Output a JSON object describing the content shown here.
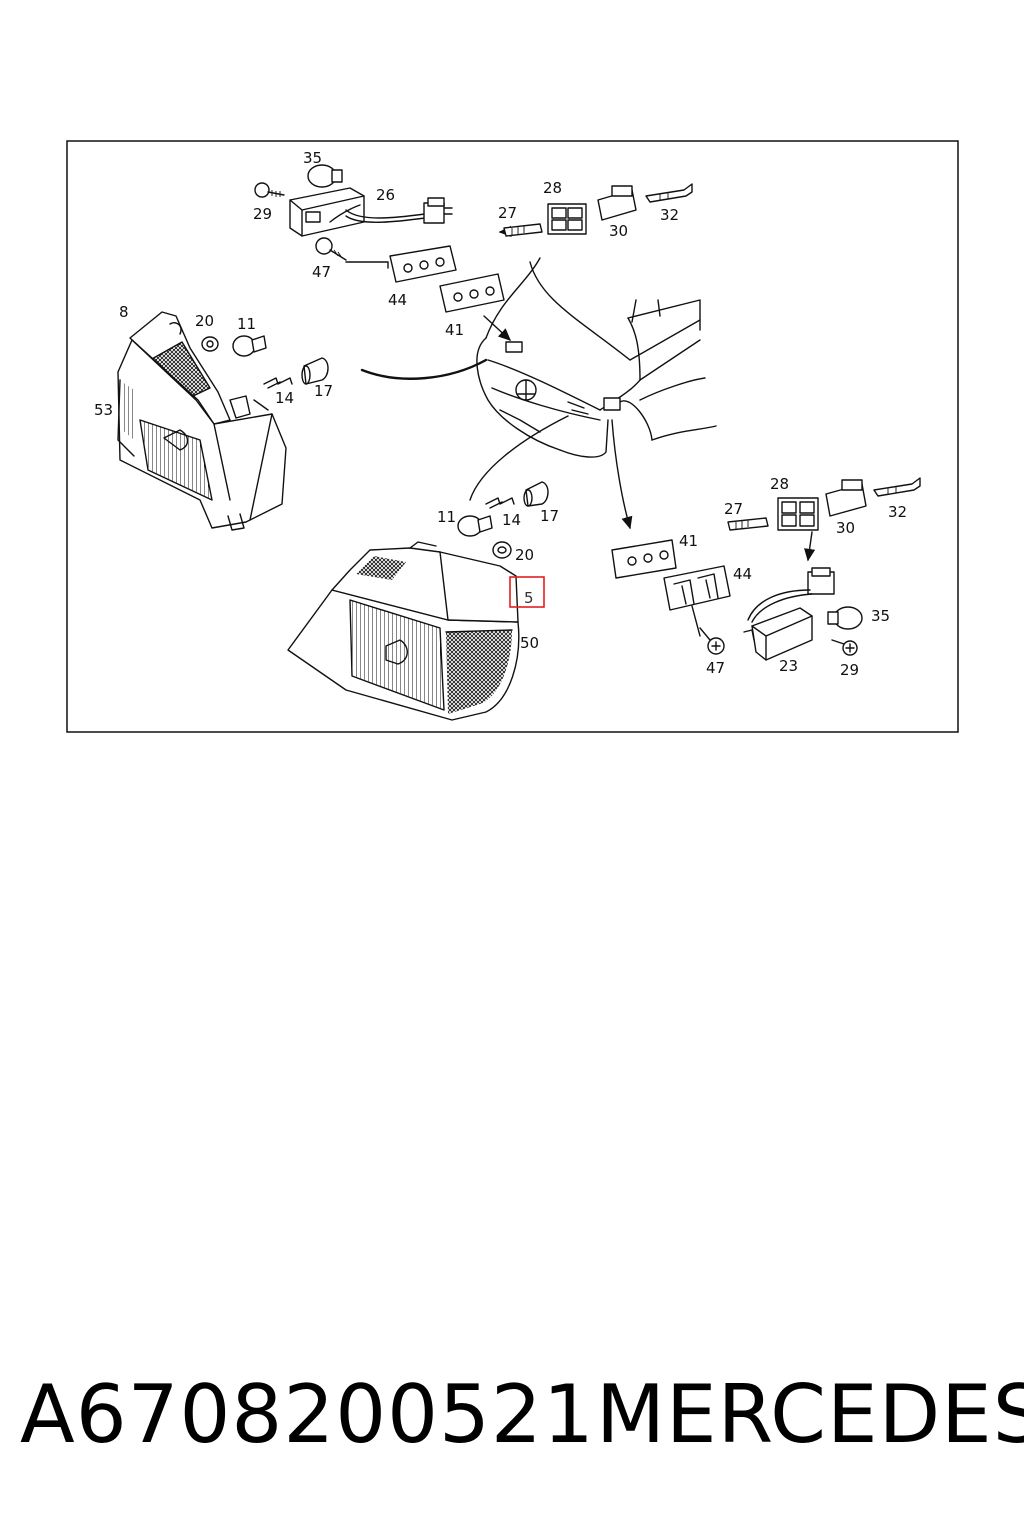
{
  "diagram": {
    "labels": {
      "p35a": "35",
      "p26": "26",
      "p28a": "28",
      "p29a": "29",
      "p27a": "27",
      "p30a": "30",
      "p32a": "32",
      "p47a": "47",
      "p44a": "44",
      "p41a": "41",
      "p8": "8",
      "p20a": "20",
      "p11a": "11",
      "p53": "53",
      "p14a": "14",
      "p17a": "17",
      "p11b": "11",
      "p14b": "14",
      "p17b": "17",
      "p20b": "20",
      "p5": "5",
      "p50": "50",
      "p28b": "28",
      "p27b": "27",
      "p30b": "30",
      "p32b": "32",
      "p41b": "41",
      "p44b": "44",
      "p35b": "35",
      "p47b": "47",
      "p23": "23",
      "p29b": "29"
    },
    "highlighted_part": "5",
    "highlight_color": "#e02020"
  },
  "footer": {
    "part_number": "A6708200521",
    "brand": "MERCEDES"
  }
}
